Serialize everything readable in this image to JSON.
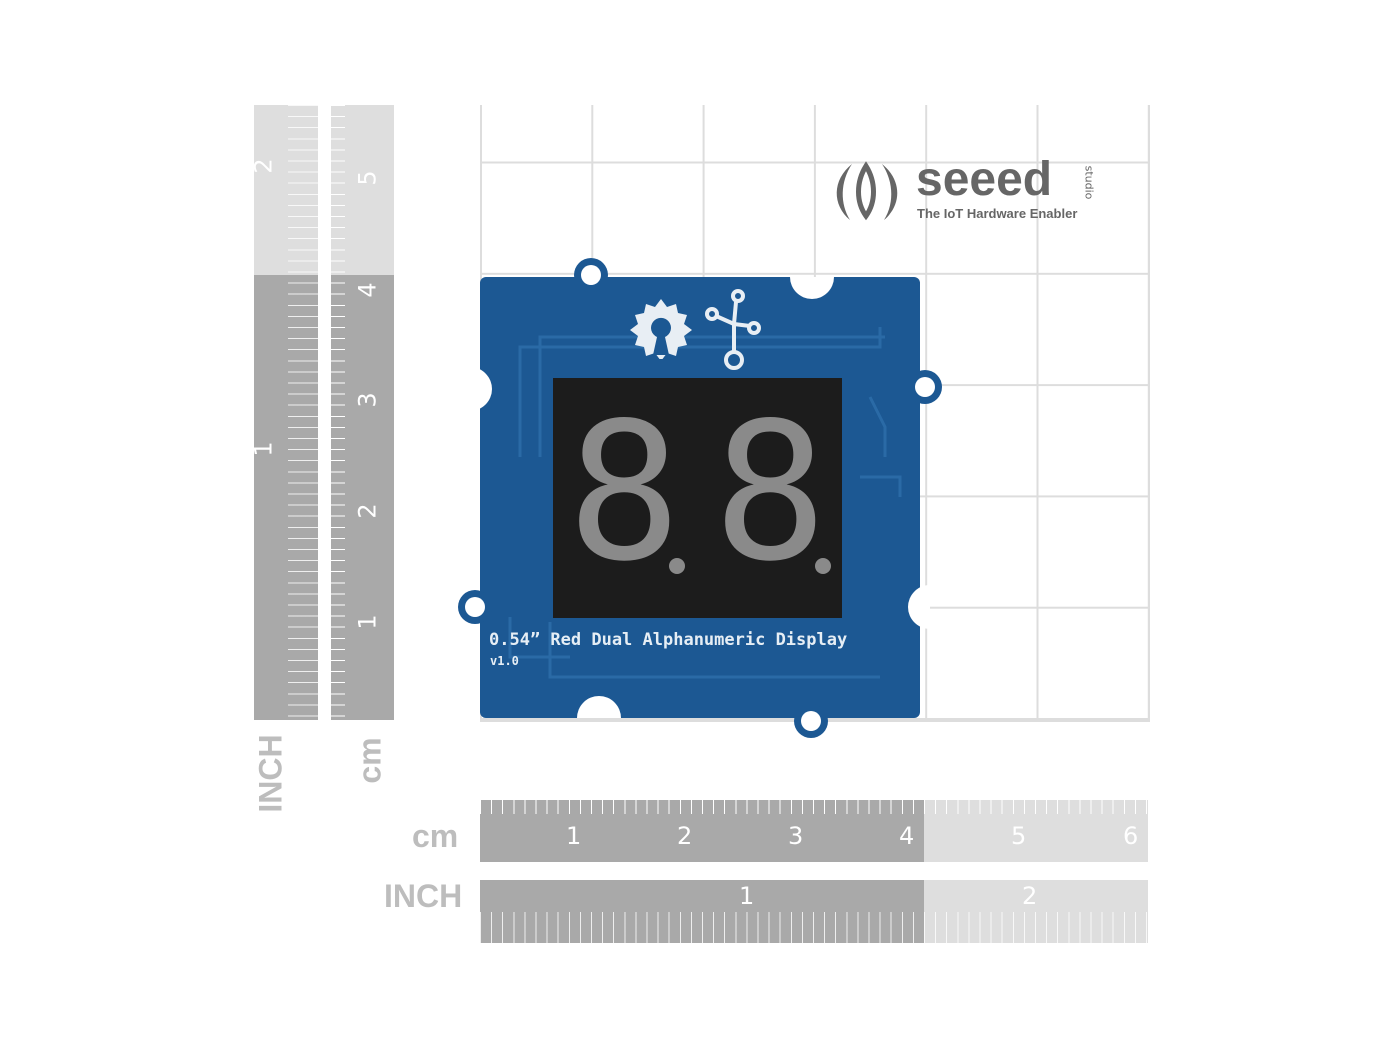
{
  "logo": {
    "brand": "seeed",
    "sub": "studio",
    "tagline": "The IoT Hardware Enabler"
  },
  "board": {
    "title": "0.54” Red Dual Alphanumeric Display",
    "version": "v1.0",
    "digits": [
      "8",
      "8"
    ]
  },
  "rulers": {
    "left_inch": {
      "unit": "INCH",
      "labels": [
        "1",
        "2"
      ]
    },
    "left_cm": {
      "unit": "cm",
      "labels": [
        "1",
        "2",
        "3",
        "4",
        "5"
      ]
    },
    "bottom_cm": {
      "unit": "cm",
      "labels": [
        "1",
        "2",
        "3",
        "4",
        "5",
        "6"
      ]
    },
    "bottom_inch": {
      "unit": "INCH",
      "labels": [
        "1",
        "2"
      ]
    }
  }
}
